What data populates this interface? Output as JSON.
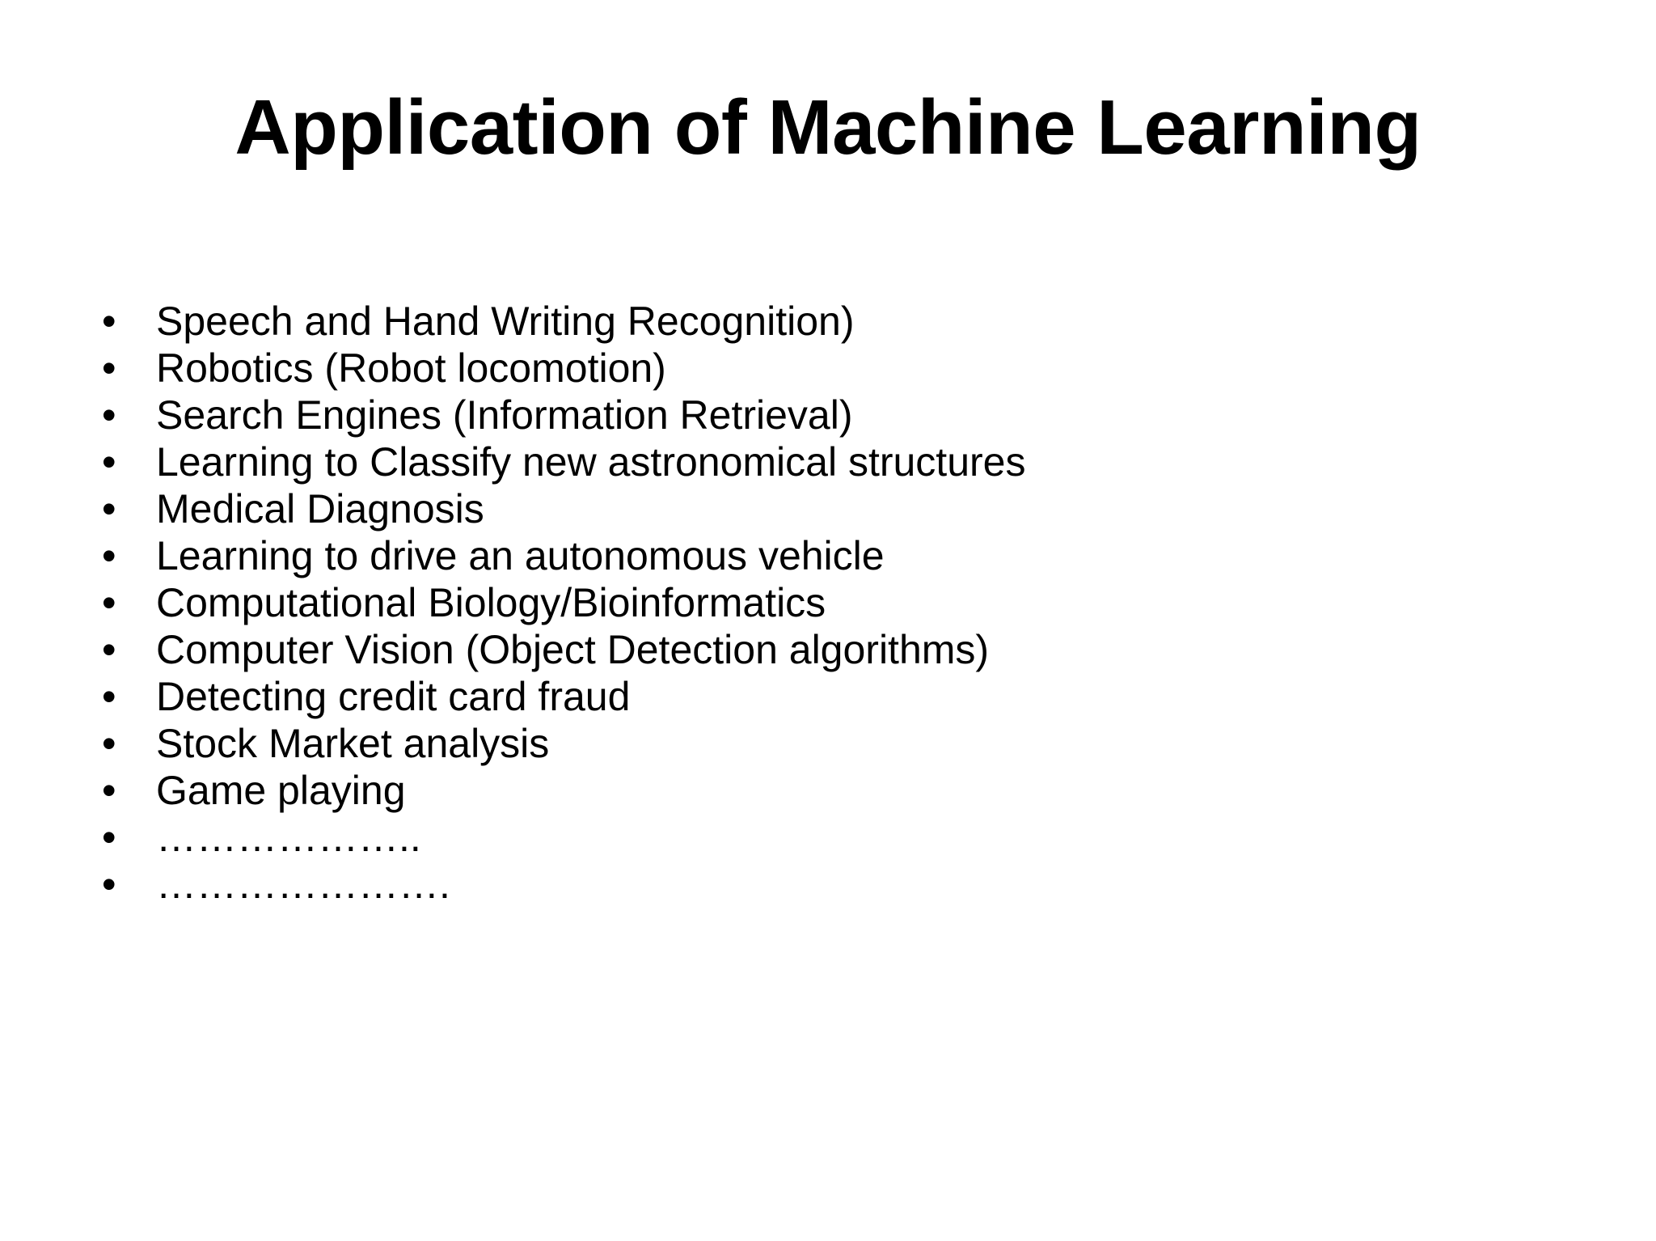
{
  "slide": {
    "title": "Application of Machine Learning",
    "bullet_marker": "•",
    "bullets": [
      {
        "text": "Speech and Hand Writing Recognition)"
      },
      {
        "text": "Robotics (Robot locomotion)"
      },
      {
        "text": "Search Engines (Information Retrieval)"
      },
      {
        "text": "Learning to Classify new astronomical structures"
      },
      {
        "text": "Medical Diagnosis"
      },
      {
        "text": "Learning to drive an autonomous vehicle"
      },
      {
        "text": "Computational Biology/Bioinformatics"
      },
      {
        "text": "Computer Vision (Object Detection algorithms)"
      },
      {
        "text": "Detecting credit card fraud"
      },
      {
        "text": "Stock Market analysis"
      },
      {
        "text": "Game playing"
      },
      {
        "text": "……………….."
      },
      {
        "text": "…………………."
      }
    ],
    "background_color": "#ffffff",
    "text_color": "#000000"
  }
}
